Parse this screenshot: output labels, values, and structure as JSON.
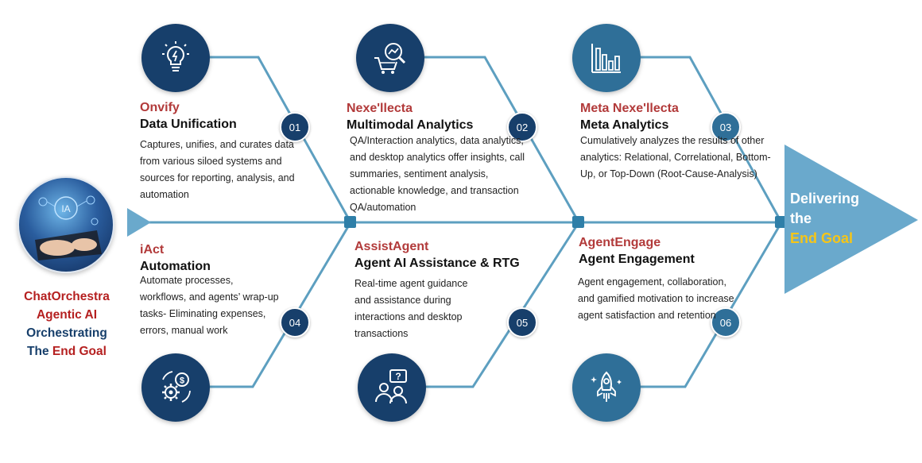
{
  "colors": {
    "navy": "#173f6b",
    "teal": "#2f7fa8",
    "line": "#5d9fc0",
    "arrow": "#6aa9cc",
    "brand_red": "#b23a3a",
    "goal_yellow": "#f5c518"
  },
  "left": {
    "line1": "ChatOrchestra",
    "line2": "Agentic AI",
    "line3": "Orchestrating",
    "line4_a": "The",
    "line4_b": "End Goal"
  },
  "goal": {
    "line1": "Delivering",
    "line2": "the",
    "line3": "End Goal"
  },
  "steps": [
    {
      "number": "01",
      "brand": "Onvify",
      "title": "Data Unification",
      "icon": "lightbulb-icon",
      "desc": "Captures, unifies, and curates data from various siloed systems and sources for reporting, analysis, and automation"
    },
    {
      "number": "02",
      "brand": "Nexe'llecta",
      "title": "Multimodal Analytics",
      "icon": "cart-analytics-icon",
      "desc": "QA/Interaction analytics, data analytics, and desktop analytics offer insights, call summaries, sentiment analysis, actionable knowledge, and transaction QA/automation"
    },
    {
      "number": "03",
      "brand": "Meta Nexe'llecta",
      "title": "Meta Analytics",
      "icon": "bar-chart-icon",
      "desc": "Cumulatively analyzes the results of other analytics: Relational,  Correlational, Bottom-Up, or Top-Down (Root-Cause-Analysis)"
    },
    {
      "number": "04",
      "brand": "iAct",
      "title": "Automation",
      "icon": "gear-dollar-icon",
      "desc": "Automate processes, workflows, and agents’ wrap-up tasks- Eliminating expenses, errors, manual work"
    },
    {
      "number": "05",
      "brand": "AssistAgent",
      "title": "Agent AI Assistance & RTG",
      "icon": "people-question-icon",
      "desc": "Real-time agent guidance and assistance during interactions and desktop transactions"
    },
    {
      "number": "06",
      "brand": "AgentEngage",
      "title": "Agent Engagement",
      "icon": "rocket-icon",
      "desc": "Agent engagement, collaboration, and gamified motivation to increase agent satisfaction  and retention"
    }
  ]
}
